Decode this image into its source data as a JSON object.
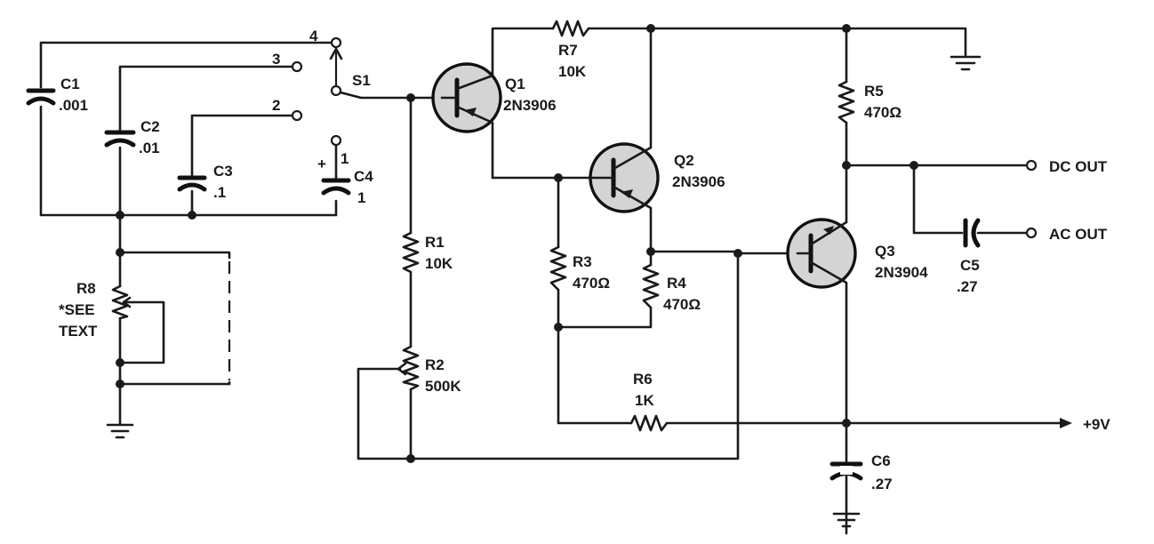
{
  "labels": {
    "c1_ref": "C1",
    "c1_val": ".001",
    "c2_ref": "C2",
    "c2_val": ".01",
    "c3_ref": "C3",
    "c3_val": ".1",
    "c4_ref": "C4",
    "c4_val": "1",
    "c4_plus": "+",
    "c5_ref": "C5",
    "c5_val": ".27",
    "c6_ref": "C6",
    "c6_val": ".27",
    "r1_ref": "R1",
    "r1_val": "10K",
    "r2_ref": "R2",
    "r2_val": "500K",
    "r3_ref": "R3",
    "r3_val": "470Ω",
    "r4_ref": "R4",
    "r4_val": "470Ω",
    "r5_ref": "R5",
    "r5_val": "470Ω",
    "r6_ref": "R6",
    "r6_val": "1K",
    "r7_ref": "R7",
    "r7_val": "10K",
    "r8_ref": "R8",
    "r8_note1": "*SEE",
    "r8_note2": "TEXT",
    "q1_ref": "Q1",
    "q1_part": "2N3906",
    "q2_ref": "Q2",
    "q2_part": "2N3906",
    "q3_ref": "Q3",
    "q3_part": "2N3904",
    "s1_ref": "S1",
    "s1_pos1": "1",
    "s1_pos2": "2",
    "s1_pos3": "3",
    "s1_pos4": "4",
    "dc_out": "DC OUT",
    "ac_out": "AC OUT",
    "supply": "+9V"
  }
}
